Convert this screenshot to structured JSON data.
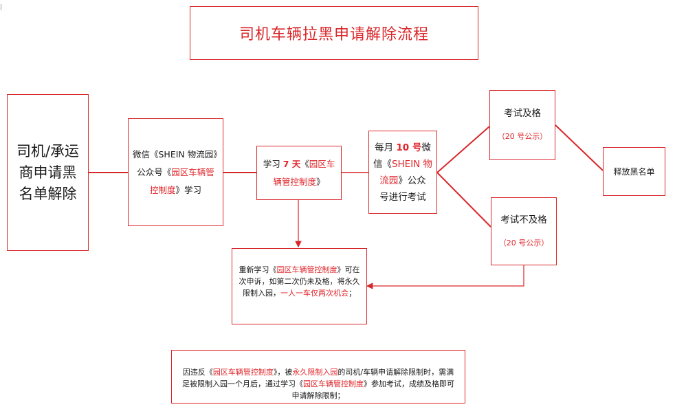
{
  "title": "司机车辆拉黑申请解除流程",
  "start_box": {
    "lines": [
      "司机/承运",
      "商申请黑",
      "名单解除"
    ]
  },
  "wechat_box": {
    "line1": "微信《SHEIN 物流园》",
    "line2_prefix": "公众号《",
    "line2_red": "园区车辆管",
    "line3_red": "控制度",
    "line3_suffix": "》学习"
  },
  "study_box": {
    "prefix": "学习",
    "days": "7 天",
    "open": "《",
    "red": "园区车",
    "red2": "辆管控制度",
    "close": "》"
  },
  "exam_box": {
    "prefix": "每月",
    "day": "10 号",
    "after_day": "微",
    "line2_a": "信《",
    "line2_red": "SHEIN 物",
    "line3_red": "流园",
    "line3_b": "》公众",
    "line4": "号进行考试"
  },
  "pass_box": {
    "label": "考试及格",
    "note": "（20 号公示）"
  },
  "fail_box": {
    "label": "考试不及格",
    "note": "（20 号公示）"
  },
  "release_box": {
    "label": "释放黑名单"
  },
  "retry_box": {
    "a": "重新学习《",
    "b_red": "园区车辆管控制度",
    "c": "》可在次申诉，如第二次仍未及格，将永久限制入园，",
    "d_red": "一人一车仅两次机会",
    "e": "；"
  },
  "note_box": {
    "a": "因违反《",
    "b_red": "园区车辆管控制度",
    "c": "》，被",
    "d_red": "永久限制入园",
    "e": "的司机/车辆申请解除限制时，需满足被限制入园一个月后，通过学习《",
    "f_red": "园区车辆管控制度",
    "g": "》参加考试，成绩及格即可申请解除限制；"
  },
  "colors": {
    "accent": "#d9262a",
    "text": "#1a1a1a"
  }
}
